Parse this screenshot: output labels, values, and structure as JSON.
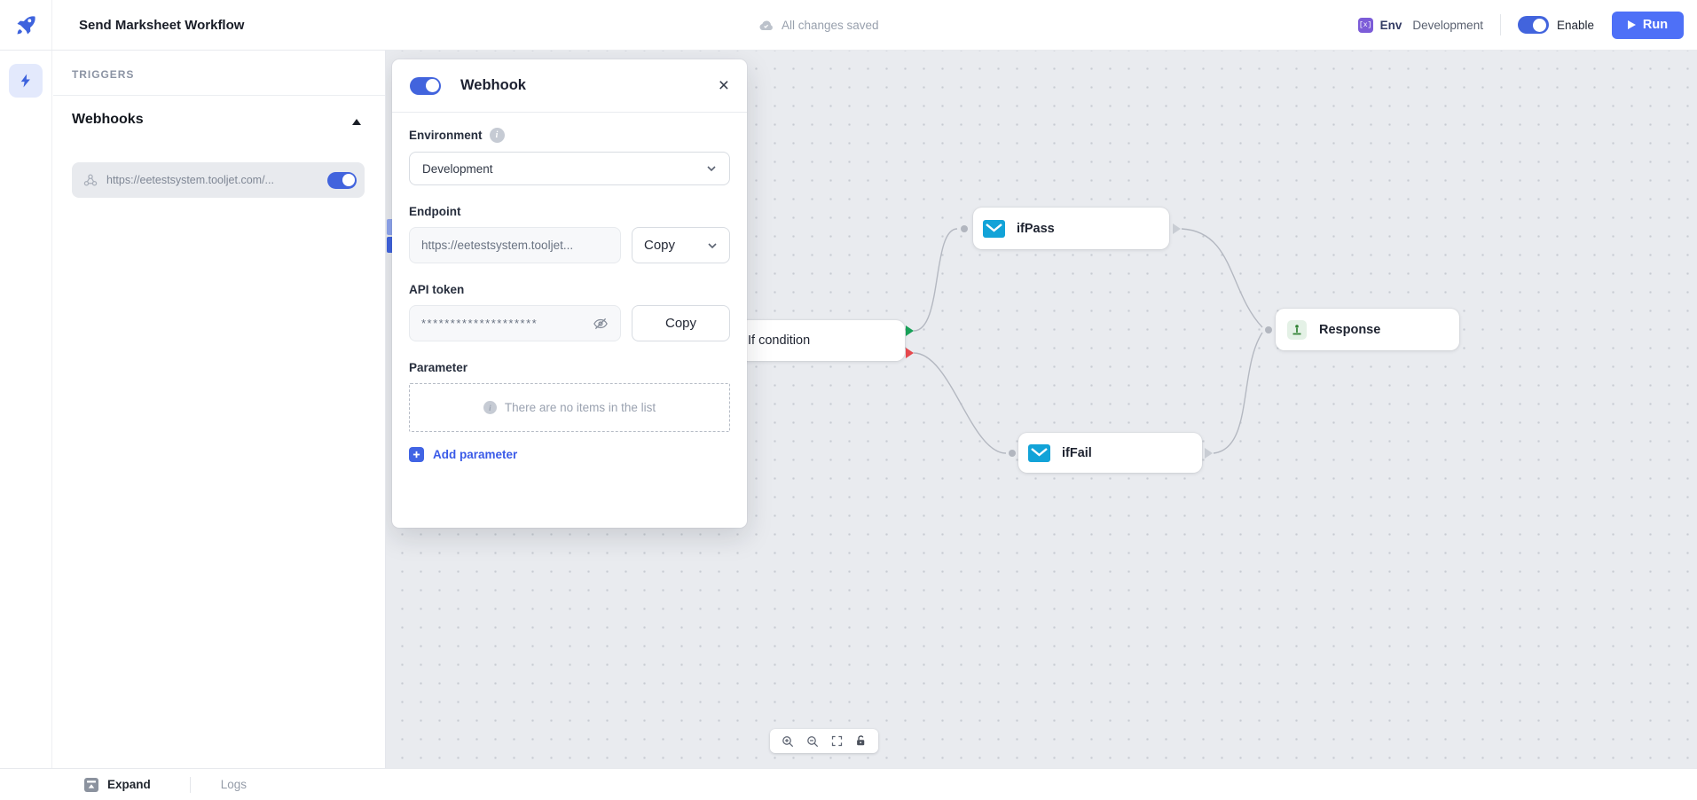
{
  "header": {
    "title": "Send Marksheet Workflow",
    "save_status": "All changes saved",
    "env_icon_glyph": "[x]",
    "env_label": "Env",
    "env_value": "Development",
    "enable_label": "Enable",
    "run_label": "Run"
  },
  "sidebar": {
    "section_title": "TRIGGERS",
    "group_title": "Webhooks",
    "webhook_url": "https://eetestsystem.tooljet.com/..."
  },
  "modal": {
    "title": "Webhook",
    "close_glyph": "×",
    "environment": {
      "label": "Environment",
      "value": "Development"
    },
    "endpoint": {
      "label": "Endpoint",
      "value": "https://eetestsystem.tooljet...",
      "copy_label": "Copy"
    },
    "api_token": {
      "label": "API token",
      "masked_value": "********************",
      "copy_label": "Copy"
    },
    "parameter": {
      "label": "Parameter",
      "empty_text": "There are no items in the list",
      "add_label": "Add parameter"
    }
  },
  "canvas": {
    "nodes": {
      "if_condition": "If condition",
      "if_pass": "ifPass",
      "if_fail": "ifFail",
      "response": "Response"
    }
  },
  "footer": {
    "expand_label": "Expand",
    "logs_label": "Logs"
  },
  "colors": {
    "accent_blue": "#4e70f7",
    "toggle_blue": "#4264dd",
    "mail_icon_blue": "#12a3d8",
    "response_icon_green": "#2f8132",
    "handle_true_green": "#18a058",
    "handle_false_red": "#e5484d",
    "env_icon_purple": "#7c5cd8",
    "canvas_bg": "#e9ebef"
  }
}
